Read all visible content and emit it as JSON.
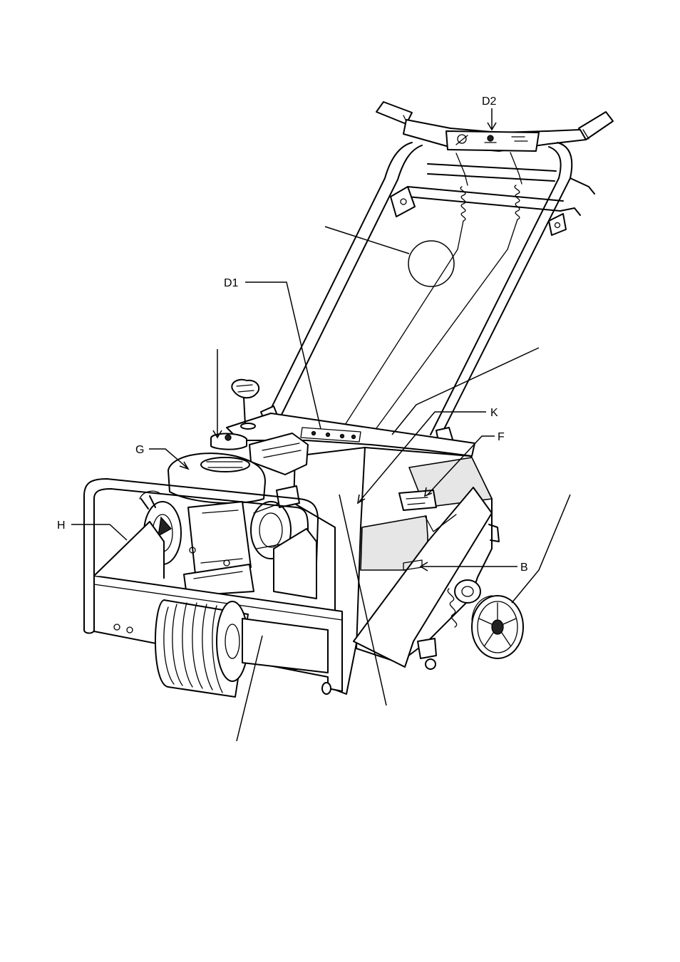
{
  "callouts": {
    "d2": "D2",
    "d1": "D1",
    "k": "K",
    "f": "F",
    "g": "G",
    "h": "H",
    "b": "B"
  }
}
